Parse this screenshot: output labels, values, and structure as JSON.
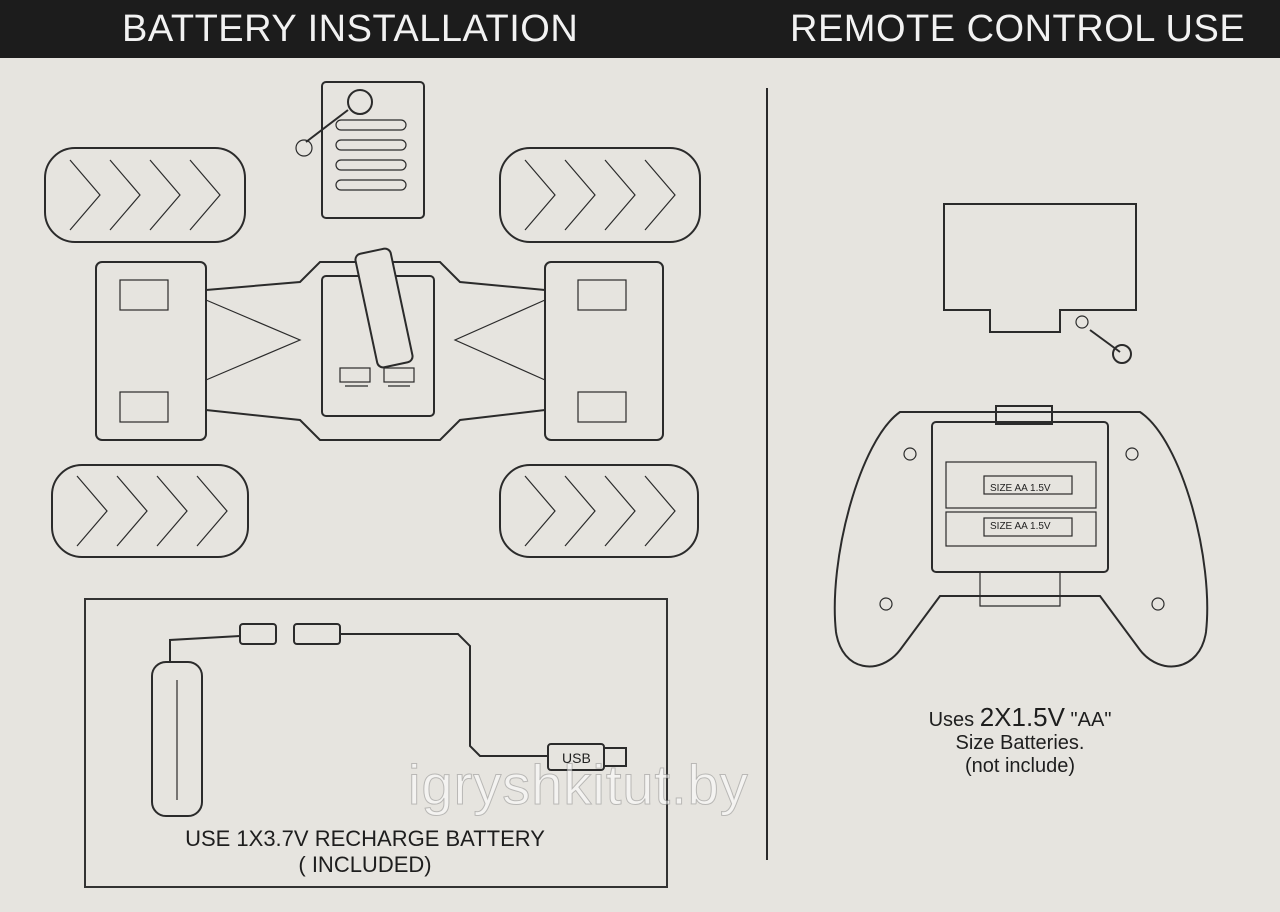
{
  "header": {
    "left_title": "BATTERY INSTALLATION",
    "right_title": "REMOTE CONTROL USE"
  },
  "car_section": {
    "usb_label": "USB",
    "caption_line1": "USE 1X3.7V RECHARGE BATTERY",
    "caption_line2": "( INCLUDED)"
  },
  "remote_section": {
    "battery_label_1": "SIZE AA 1.5V",
    "battery_label_2": "SIZE AA 1.5V",
    "caption_prefix": "Uses ",
    "caption_big": "2X1.5V",
    "caption_suffix": " \"AA\"",
    "caption_line2": "Size Batteries.",
    "caption_line3": "(not include)"
  },
  "watermark": "igryshkitut.by"
}
